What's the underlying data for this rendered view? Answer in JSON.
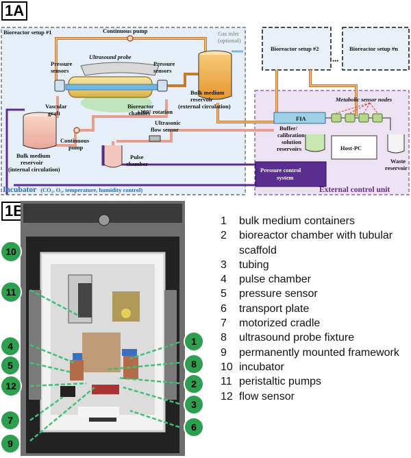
{
  "panelA": {
    "tag": "1A",
    "labels": {
      "setup1": "Bioreactor setup #1",
      "continuous_pump_top": "Continuous pump",
      "gas_inlet": "Gas inlet",
      "gas_inlet_optional": "(optional)",
      "setup2": "Bioreactor setup #2",
      "setup_n": "Bioreactor setup #n",
      "ellipsis": "•••",
      "ultrasound_probe": "Ultrasound probe",
      "pressure_sensors_left": "Pressure sensors",
      "pressure_sensors_right": "Pressure sensors",
      "bulk_ext": [
        "Bulk medium",
        "reservoir",
        "(external circulation)"
      ],
      "bioreactor_chamber": [
        "Bioreactor",
        "chamber"
      ],
      "rotation": "±180° rotation",
      "vascular_graft": [
        "Vascular",
        "graft"
      ],
      "fia": "FIA",
      "metabolic_nodes": "Metabolic sensor nodes",
      "buffer": [
        "Buffer/",
        "calibration",
        "solution",
        "reservoirs"
      ],
      "host_pc": "Host-PC",
      "waste": [
        "Waste",
        "reservoir"
      ],
      "ultrasonic_sensor": [
        "Ultrasonic",
        "flow sensor"
      ],
      "continuous_pump_bottom": [
        "Continuous",
        "pump"
      ],
      "bulk_int": [
        "Bulk medium",
        "reservoir",
        "(internal circulation)"
      ],
      "pulse_chamber": [
        "Pulse",
        "chamber"
      ],
      "pressure_control": [
        "Pressure control",
        "system"
      ],
      "incubator_title": "Incubator",
      "incubator_sub": "(CO₂, O₂, temperature, humidity control)",
      "external_unit": "External control unit"
    }
  },
  "panelB": {
    "tag": "1B",
    "callouts": [
      "10",
      "11",
      "4",
      "5",
      "12",
      "7",
      "9",
      "1",
      "8",
      "2",
      "3",
      "6"
    ],
    "legend": [
      {
        "num": "1",
        "text": "bulk medium containers"
      },
      {
        "num": "2",
        "text": "bioreactor chamber with tubular scaffold"
      },
      {
        "num": "3",
        "text": "tubing"
      },
      {
        "num": "4",
        "text": "pulse chamber"
      },
      {
        "num": "5",
        "text": "pressure sensor"
      },
      {
        "num": "6",
        "text": "transport plate"
      },
      {
        "num": "7",
        "text": "motorized cradle"
      },
      {
        "num": "8",
        "text": "ultrasound probe fixture"
      },
      {
        "num": "9",
        "text": "permanently mounted framework"
      },
      {
        "num": "10",
        "text": "incubator"
      },
      {
        "num": "11",
        "text": "peristaltic pumps"
      },
      {
        "num": "12",
        "text": "flow sensor"
      }
    ]
  },
  "colors": {
    "incubator_bg": "#e6eef8",
    "external_bg": "#ece2f1",
    "setup_bg": "#e9f0f8",
    "purple": "#5a2d91",
    "tube_orange": "#c77b2a",
    "tube_pink": "#e6a090",
    "fia_bg": "#9ed0e4",
    "callout_green": "#2e9e4f",
    "dash_green": "#3fbf7a",
    "blue_text": "#2b6cb0",
    "purple_text": "#6a2c91"
  }
}
